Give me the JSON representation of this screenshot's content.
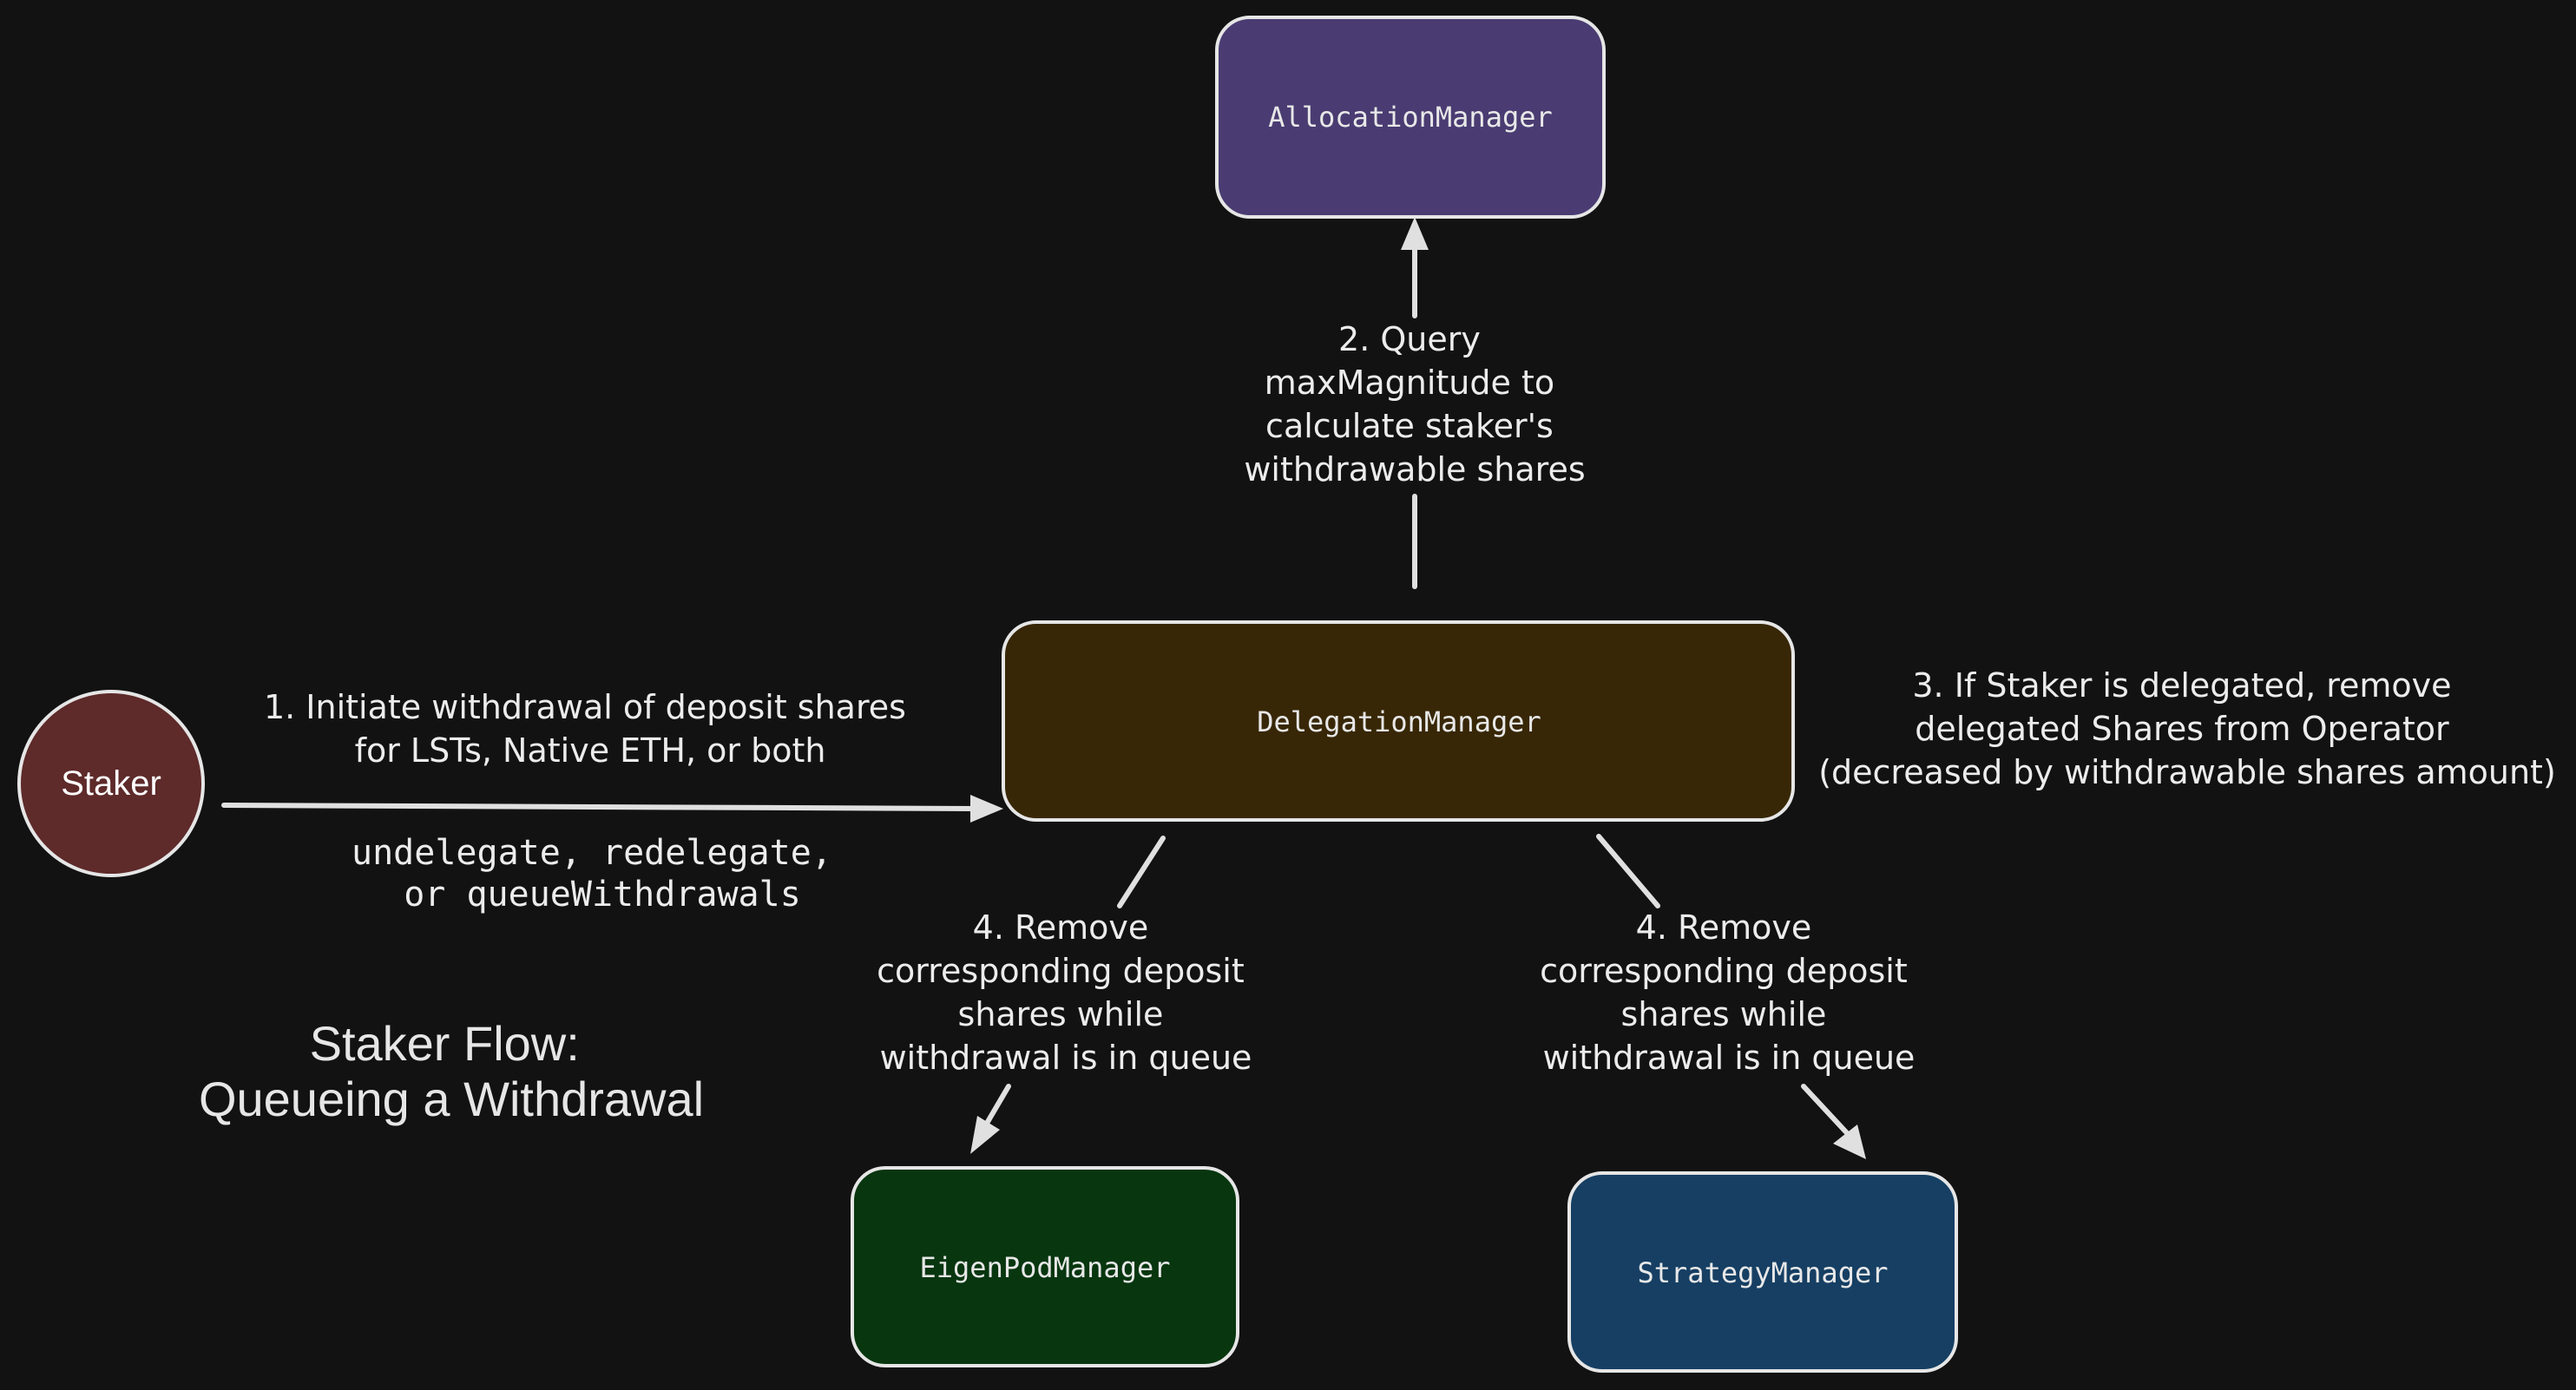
{
  "nodes": {
    "allocation": {
      "label": "AllocationManager",
      "color": "#4a3c72"
    },
    "delegation": {
      "label": "DelegationManager",
      "color": "#382706"
    },
    "eigenpod": {
      "label": "EigenPodManager",
      "color": "#07360f"
    },
    "strategy": {
      "label": "StrategyManager",
      "color": "#163f63"
    },
    "staker": {
      "label": "Staker",
      "color": "#5e2a2a"
    }
  },
  "edges": {
    "step1": {
      "lines": [
        "1. Initiate withdrawal of deposit shares",
        "for LSTs, Native ETH, or both"
      ]
    },
    "step1_functions": {
      "lines": [
        "undelegate, redelegate,",
        "or queueWithdrawals"
      ]
    },
    "step2": {
      "lines": [
        "2. Query",
        "maxMagnitude to",
        "calculate staker's",
        "withdrawable shares"
      ]
    },
    "step3": {
      "lines": [
        "3. If Staker is delegated, remove",
        "delegated Shares from Operator",
        "(decreased by withdrawable shares amount)"
      ]
    },
    "step4_eigenpod": {
      "lines": [
        "4. Remove",
        "corresponding deposit",
        "shares while",
        "withdrawal is in queue"
      ]
    },
    "step4_strategy": {
      "lines": [
        "4. Remove",
        "corresponding deposit",
        "shares while",
        "withdrawal is in queue"
      ]
    }
  },
  "title": {
    "lines": [
      "Staker Flow:",
      "Queueing a Withdrawal"
    ]
  }
}
